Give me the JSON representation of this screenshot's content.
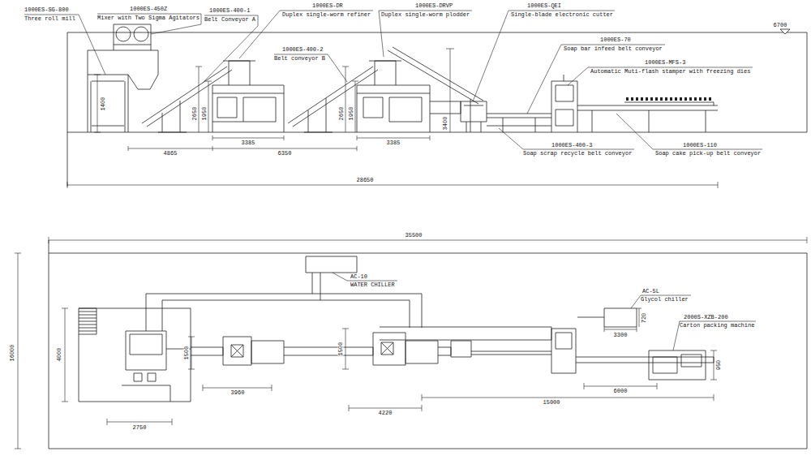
{
  "diagram": {
    "labels": [
      "1000ES-SG-800",
      "Three roll mill",
      "1000ES-450Z",
      "Mixer with Two Sigma Agitators",
      "1000ES-400-1",
      "Belt Conveyor A",
      "1000ES-DR",
      "Duplex single-worm refiner",
      "1000ES-400-2",
      "Belt conveyor B",
      "1000ES-DRVP",
      "Duplex single-worm plodder",
      "1000ES-QEI",
      "Single-blade electronic cutter",
      "1000ES-70",
      "Soap bar infeed belt conveyor",
      "1000ES-MFS-3",
      "Automatic Muti-flash stamper with freezing dies",
      "1000ES-400-3",
      "Soap scrap recycle belt conveyor",
      "1000ES-110",
      "Soap cake pick-up belt conveyor",
      "6700",
      "1400",
      "2650",
      "1950",
      "3385",
      "4865",
      "6350",
      "3385",
      "2650",
      "1950",
      "3400",
      "28650",
      "35500",
      "16000",
      "AC-10",
      "WATER CHILLER",
      "AC-5L",
      "Glycol chiller",
      "2000S-XZB-200",
      "Carton packing machine",
      "4000",
      "2750",
      "1500",
      "3960",
      "1500",
      "4220",
      "15000",
      "6000",
      "3300",
      "720",
      "950"
    ]
  }
}
